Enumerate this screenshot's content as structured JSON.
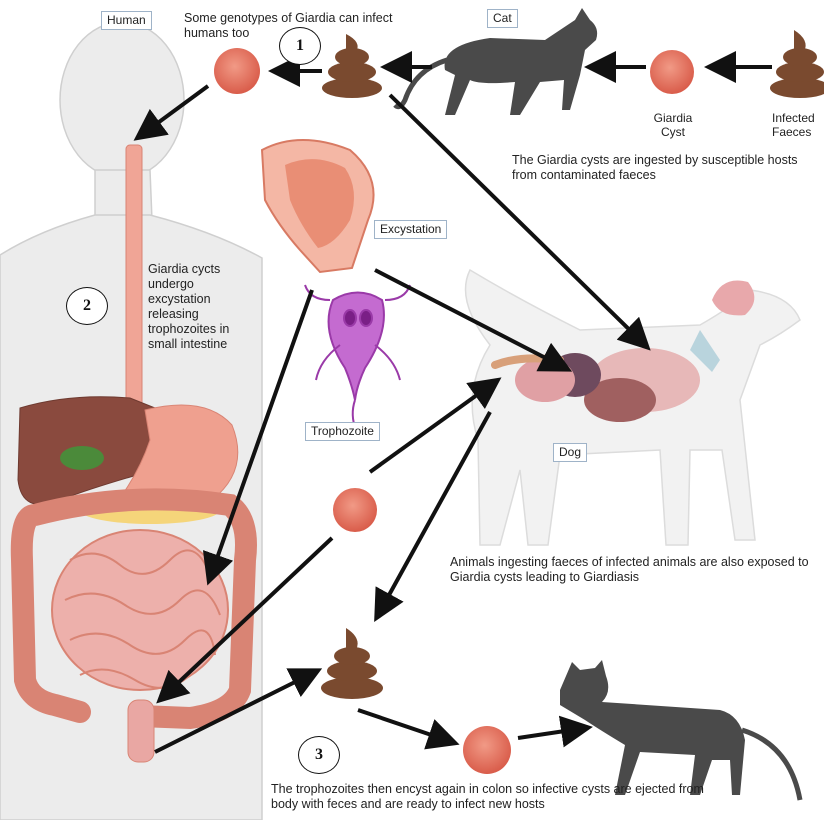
{
  "labels": {
    "human": "Human",
    "cat": "Cat",
    "dog": "Dog",
    "excystation": "Excystation",
    "trophozoite": "Trophozoite",
    "giardia_cyst": "Giardia\nCyst",
    "infected_faeces": "Infected\nFaeces"
  },
  "steps": {
    "one": "1",
    "two": "2",
    "three": "3"
  },
  "captions": {
    "genotypes": "Some genotypes of Giardia can infect humans too",
    "ingested": "The Giardia cysts are ingested by susceptible hosts from contaminated faeces",
    "excystation_note": "Giardia cycts undergo excystation releasing trophozoites in small intestine",
    "animals": "Animals ingesting faeces of infected animals are also exposed to Giardia cysts leading to Giardiasis",
    "encyst": "The trophozoites then encyst again in colon so infective cysts are ejected from body with feces and are ready to infect new hosts"
  },
  "colors": {
    "cyst": "#e36f5c",
    "faeces": "#7a4a2f",
    "cat": "#4a4a4a",
    "intestine": "#e9a7a3",
    "liver": "#8a4a3e",
    "arrow": "#111111"
  }
}
